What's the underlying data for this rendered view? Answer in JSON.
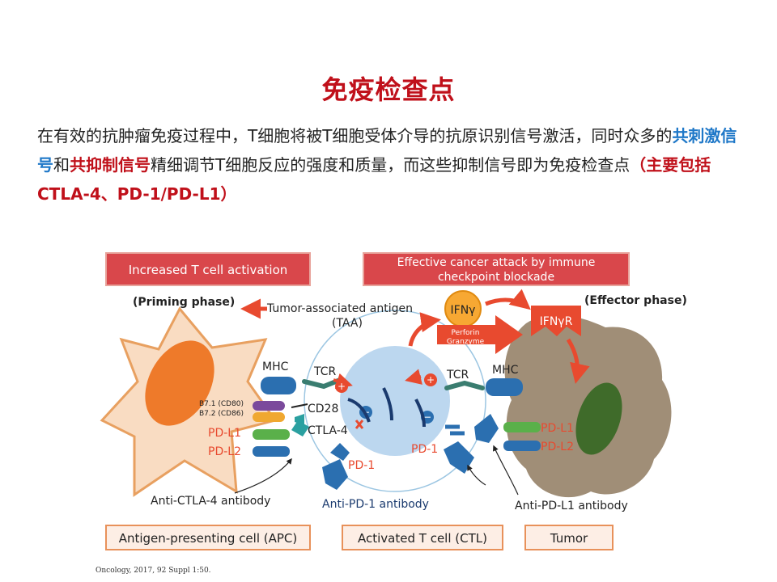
{
  "slide": {
    "title": "免疫检查点",
    "paragraph": {
      "part1": "在有效的抗肿瘤免疫过程中，T细胞将被T细胞受体介导的抗原识别信号激活，同时众多的",
      "hl1": "共刺激信号",
      "part2": "和",
      "hl2": "共抑制信号",
      "part3": "精细调节T细胞反应的强度和质量，而这些抑制信号即为免疫检查点",
      "hl3": "（主要包括CTLA-4、PD-1/PD-L1）"
    }
  },
  "diagram": {
    "banner_left": "Increased T cell activation",
    "banner_right_line1": "Effective cancer attack by immune",
    "banner_right_line2": "checkpoint blockade",
    "priming_phase": "(Priming phase)",
    "effector_phase": "(Effector phase)",
    "taa_line1": "Tumor-associated antigen",
    "taa_line2": "(TAA)",
    "ifn": "IFNγ",
    "ifnr": "IFNγR",
    "perforin": "Perforin",
    "granzyme": "Granzyme",
    "mhc_left": "MHC",
    "tcr_left": "TCR",
    "mhc_right": "MHC",
    "tcr_right": "TCR",
    "b71": "B7.1 (CD80)",
    "b72": "B7.2 (CD86)",
    "cd28": "CD28",
    "ctla4": "CTLA-4",
    "pdl1_left": "PD-L1",
    "pdl2_left": "PD-L2",
    "pd1_inner": "PD-1",
    "pd1_right": "PD-1",
    "pdl1_right": "PD-L1",
    "pdl2_right": "PD-L2",
    "anti_ctla4": "Anti-CTLA-4 antibody",
    "anti_pd1": "Anti-PD-1 antibody",
    "anti_pdl1": "Anti-PD-L1 antibody",
    "cell_apc": "Antigen-presenting cell (APC)",
    "cell_ctl": "Activated T cell (CTL)",
    "cell_tumor": "Tumor",
    "colors": {
      "red_box": "#d9474b",
      "orange_box_border": "#e8915a",
      "orange_box_fill": "#fdeee5",
      "apc_fill": "#f9dcc2",
      "apc_nucleus": "#ee7a2a",
      "tcell_fill": "#bcd7ef",
      "tumor_fill": "#8f7a5f",
      "tumor_nucleus": "#3f6b2a",
      "accent_red": "#e84a2f",
      "blue_receptor": "#2b6fb0"
    }
  },
  "citation": "Oncology, 2017, 92 Suppl 1:50."
}
